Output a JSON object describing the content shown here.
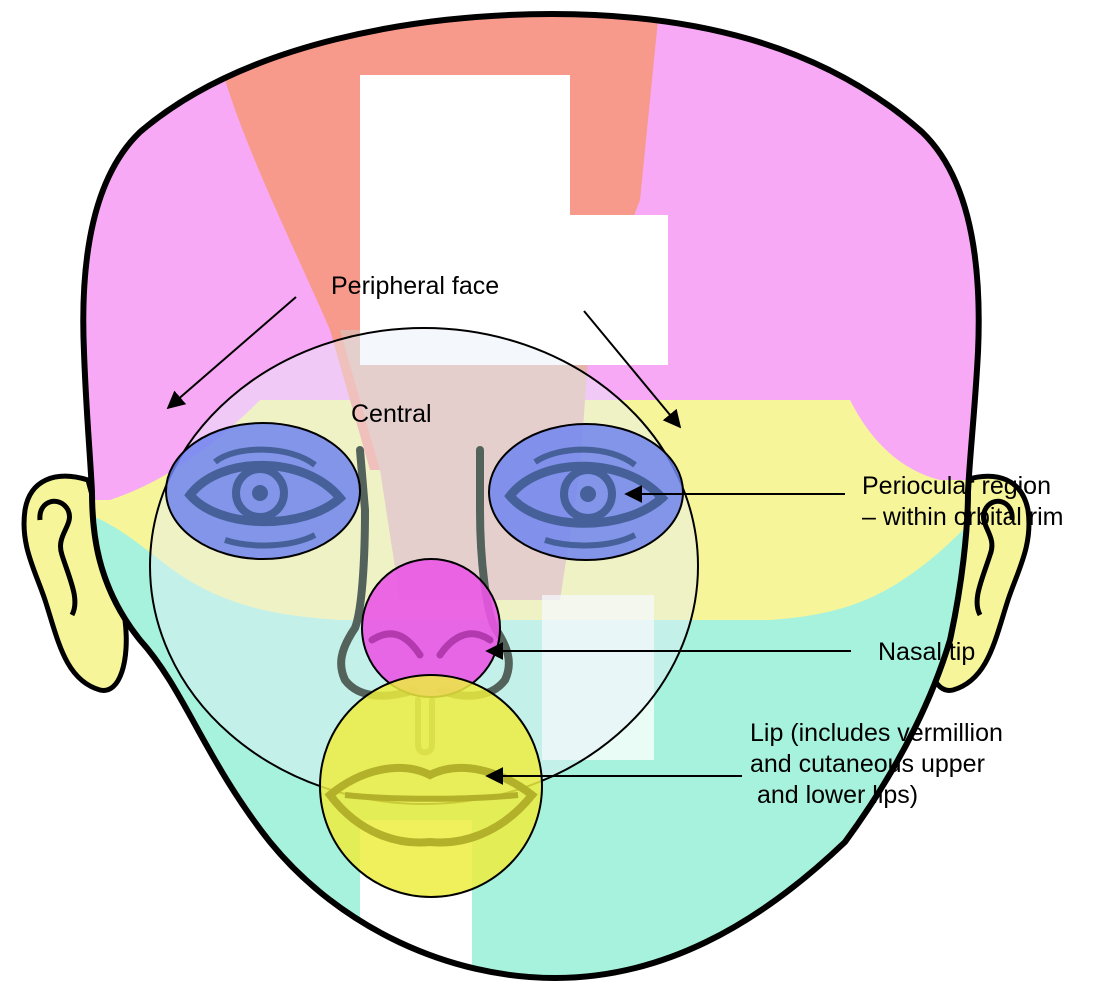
{
  "labels": {
    "peripheral_face": "Peripheral face",
    "central": "Central",
    "periocular_line1": "Periocular region",
    "periocular_line2": "– within orbital rim",
    "nasal_tip": "Nasal tip",
    "lip_line1": "Lip (includes vermillion",
    "lip_line2": "and cutaneous upper",
    "lip_line3": " and lower lips)"
  },
  "colors": {
    "outline": "#000000",
    "upper_face_pink": "#f7a9f5",
    "forehead_salmon": "#f79a8c",
    "cheek_yellow": "#f6f59a",
    "jaw_teal": "#a7f2dc",
    "nose_bridge": "#e3b4a9",
    "eye_zone_blue": "#6f85f0",
    "eye_line": "#46609a",
    "nasal_tip_magenta": "#ea56e6",
    "lip_zone_yellow": "#eded3f",
    "face_line_gray": "#53625b",
    "central_tint": "#e6f0f8"
  },
  "icons": [
    "left-ear-icon",
    "right-ear-icon",
    "left-eye-icon",
    "right-eye-icon",
    "nose-icon",
    "lips-icon"
  ]
}
